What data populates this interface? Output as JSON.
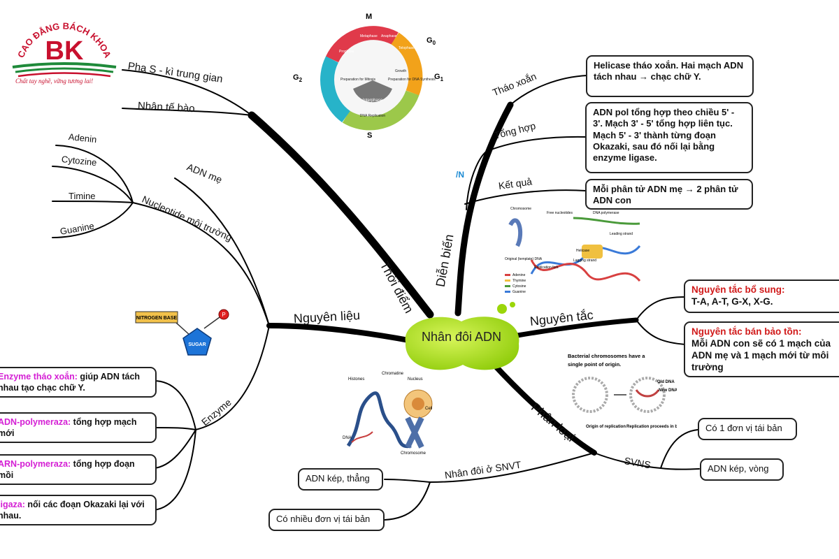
{
  "logo": {
    "arc_text": "CAO ĐẲNG BÁCH KHOA",
    "initials": "BK",
    "slogan": "Chất tay nghề, vững tương lai!"
  },
  "center": {
    "title": "Nhân đôi ADN"
  },
  "branches": {
    "thoi_diem": "Thời điểm",
    "dien_bien": "Diễn biến",
    "nguyen_tac": "Nguyên tắc",
    "phan_loai": "Phân loại",
    "nguyen_lieu": "Nguyên liệu"
  },
  "thoi_diem": {
    "pha_s": "Pha S - kì trung gian",
    "nhan_te_bao": "Nhân tế bào"
  },
  "nguyen_lieu": {
    "adn_me": "ADN mẹ",
    "nucleotide": "Nucleotide môi trường",
    "bases": [
      "Adenin",
      "Cytozine",
      "Timine",
      "Guanine"
    ],
    "enzyme": "Enzyme",
    "enzymes": [
      {
        "name": "Enzyme tháo xoắn:",
        "desc": " giúp ADN tách nhau tạo chạc chữ Y."
      },
      {
        "name": "ADN-polymeraza:",
        "desc": " tổng hợp mạch mới"
      },
      {
        "name": "ARN-polymeraza:",
        "desc": " tổng hợp đoạn mồi"
      },
      {
        "name": "ligaza:",
        "desc": " nối các đoạn Okazaki lại với nhau."
      }
    ]
  },
  "dien_bien": {
    "thao_xoan": "Tháo xoắn",
    "thao_xoan_box": "Helicase tháo xoắn. Hai mạch ADN tách nhau → chạc chữ Y.",
    "tong_hop": "Tổng hợp",
    "tong_hop_box": "ADN pol tổng hợp theo chiều 5' - 3'. Mạch 3' - 5' tổng hợp liên tục. Mạch 5' - 3' thành từng đoạn Okazaki, sau đó nối lại bằng enzyme ligase.",
    "ket_qua": "Kết quả",
    "ket_qua_box": "Mỗi phân tử ADN mẹ → 2 phân tử ADN con"
  },
  "nguyen_tac": {
    "bo_sung_title": "Nguyên tắc bổ sung:",
    "bo_sung_text": "T-A, A-T, G-X, X-G.",
    "ban_bao_ton_title": "Nguyên tắc bán bảo tồn:",
    "ban_bao_ton_text": "Mỗi ADN con sẽ có 1 mạch của ADN mẹ và 1 mạch mới từ môi trường"
  },
  "phan_loai": {
    "svns": "SVNS",
    "svns_items": [
      "Có 1 đơn vị tái bản",
      "ADN kép, vòng"
    ],
    "snvt": "Nhân đôi ở SNVT",
    "snvt_items": [
      "ADN kép, thẳng",
      "Có nhiều đơn vị tái bản"
    ]
  },
  "cell_cycle": {
    "M": "M",
    "G0": "G",
    "G0_sub": "0",
    "G1": "G",
    "G1_sub": "1",
    "G2": "G",
    "G2_sub": "2",
    "S": "S",
    "interphase": "Interphase",
    "dna_replication": "DNA Replication",
    "prep_mitosis": "Preparation for Mitosis",
    "prep_dna": "Preparation for DNA Synthesis",
    "growth": "Growth",
    "prophase": "Prophase",
    "metaphase": "Metaphase",
    "anaphase": "Anaphase",
    "telophase": "Telophase"
  },
  "nucleotide_fig": {
    "base": "NITROGEN BASE",
    "sugar": "SUGAR",
    "phosphate": "P"
  },
  "bacteria_fig": {
    "caption": "Bacterial chromosomes have a single point of origin.",
    "old_dna": "Old DNA",
    "new_dna": "New DNA",
    "origin": "Origin of replication",
    "proceeds": "Replication proceeds in both directions"
  },
  "chromatin_fig": {
    "histones": "Histones",
    "chromatine": "Chromatine",
    "nucleus": "Nucleus",
    "cell": "Cell",
    "dna": "DNA",
    "chromosome": "Chromosome"
  },
  "replication_fig": {
    "chromosome": "Chromosome",
    "free_nuc": "Free nucleotides",
    "dna_pol": "DNA polymerase",
    "leading": "Leading strand",
    "lagging": "Lagging strand",
    "helicase": "Helicase",
    "original": "Original (template) DNA",
    "fork": "Replication fork",
    "legend": [
      "Adenine",
      "Thymine",
      "Cytosine",
      "Guanine"
    ]
  },
  "stray_mark": "/N",
  "colors": {
    "accent_green": "#9bd60a",
    "keyword_red": "#d11a1a",
    "keyword_magenta": "#d41fd4",
    "logo_red": "#c8102e",
    "logo_green": "#1f8a3a"
  }
}
